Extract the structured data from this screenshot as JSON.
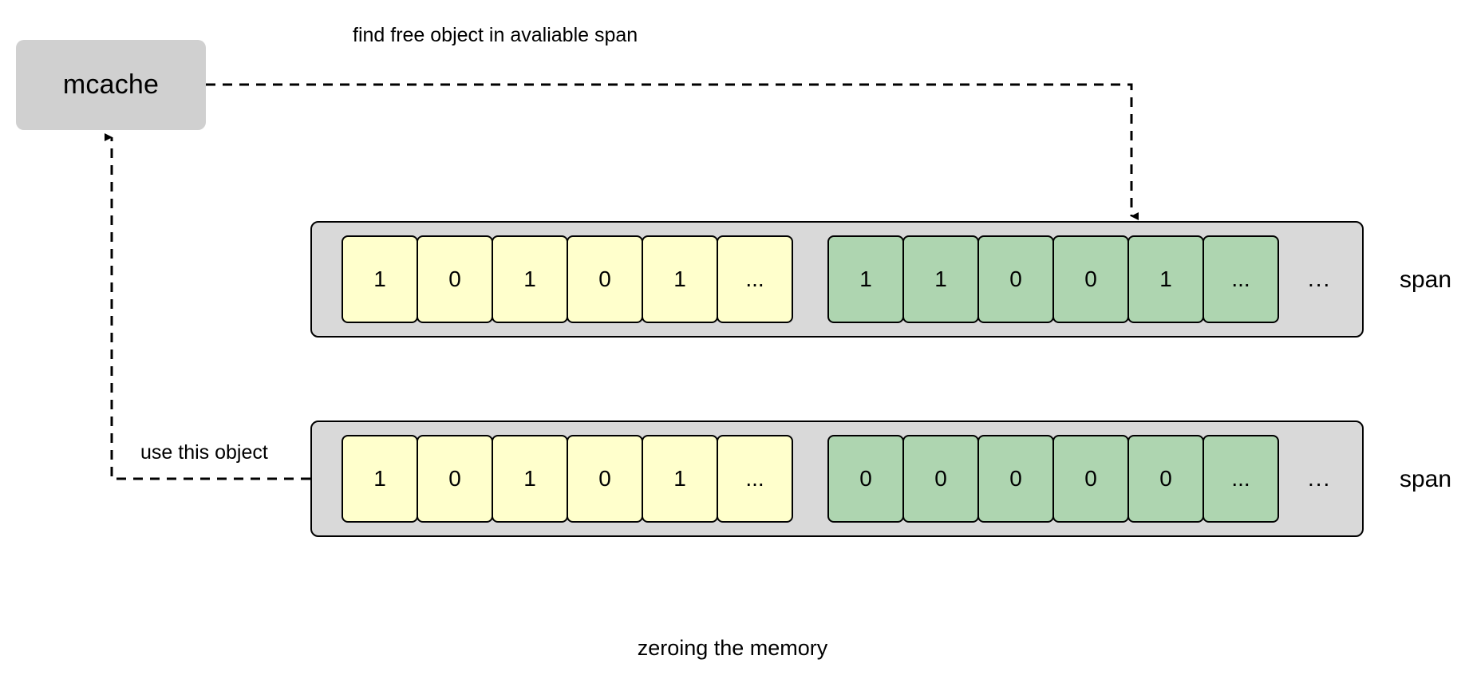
{
  "diagram": {
    "title_caption": "zeroing the memory",
    "nodes": {
      "mcache": {
        "label": "mcache"
      }
    },
    "edges": [
      {
        "name": "find-free-object",
        "label": "find free object in avaliable span"
      },
      {
        "name": "use-this-object",
        "label": "use this object"
      }
    ],
    "rows": [
      {
        "name": "span-row-1",
        "caption": "span",
        "trailing_ellipsis": "...",
        "groups": [
          {
            "color_name": "yellow",
            "color": "#ffffcc",
            "cells": [
              "1",
              "0",
              "1",
              "0",
              "1",
              "..."
            ]
          },
          {
            "color_name": "green",
            "color": "#aed5b0",
            "cells": [
              "1",
              "1",
              "0",
              "0",
              "1",
              "..."
            ]
          }
        ]
      },
      {
        "name": "span-row-2",
        "caption": "span",
        "trailing_ellipsis": "...",
        "groups": [
          {
            "color_name": "yellow",
            "color": "#ffffcc",
            "cells": [
              "1",
              "0",
              "1",
              "0",
              "1",
              "..."
            ]
          },
          {
            "color_name": "green",
            "color": "#aed5b0",
            "cells": [
              "0",
              "0",
              "0",
              "0",
              "0",
              "..."
            ]
          }
        ]
      }
    ],
    "colors": {
      "node_fill": "#d0d0d0",
      "span_fill": "#d9d9d9",
      "yellow_cell": "#ffffcc",
      "green_cell": "#aed5b0",
      "stroke": "#000000",
      "background": "#ffffff"
    }
  }
}
